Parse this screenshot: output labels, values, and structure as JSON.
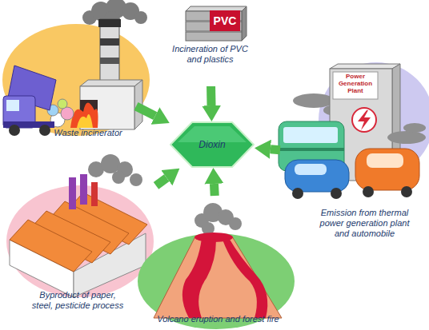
{
  "diagram": {
    "nodes": [
      {
        "text": [
          "Waste incinerator"
        ]
      },
      {
        "text": [
          "Incineration of PVC and plastics"
        ]
      },
      {
        "text": [
          "Dioxin"
        ]
      },
      {
        "text": [
          "Emission from thermal power generation plant and automobile"
        ]
      },
      {
        "text": [
          "Byproduct of paper, steel, pesticide process"
        ]
      },
      {
        "text": [
          "Volcano eruption and forest fire"
        ]
      }
    ],
    "edges": [
      {
        "from": 0,
        "to": 2,
        "arrow": "to"
      },
      {
        "from": 1,
        "to": 2,
        "arrow": "to"
      },
      {
        "from": 3,
        "to": 2,
        "arrow": "to"
      },
      {
        "from": 4,
        "to": 2,
        "arrow": "to"
      },
      {
        "from": 5,
        "to": 2,
        "arrow": "to"
      }
    ],
    "labels": [
      "PVC",
      "Power Generation Plant"
    ]
  }
}
